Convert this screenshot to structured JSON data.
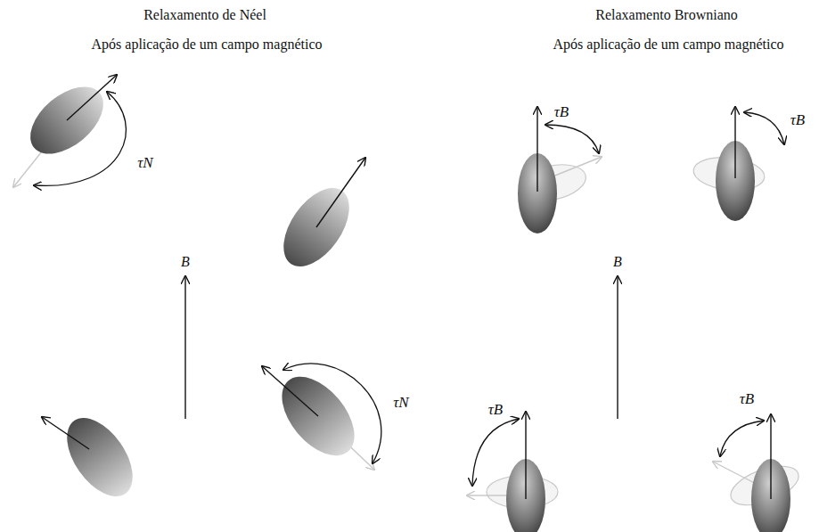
{
  "diagram": {
    "labels": [
      "Relaxamento de Néel",
      "Após aplicação de um campo magnético",
      "Relaxamento Browniano",
      "Após aplicação de um campo magnético",
      "B",
      "B",
      "τN",
      "τN",
      "τB",
      "τB",
      "τB",
      "τB"
    ]
  }
}
